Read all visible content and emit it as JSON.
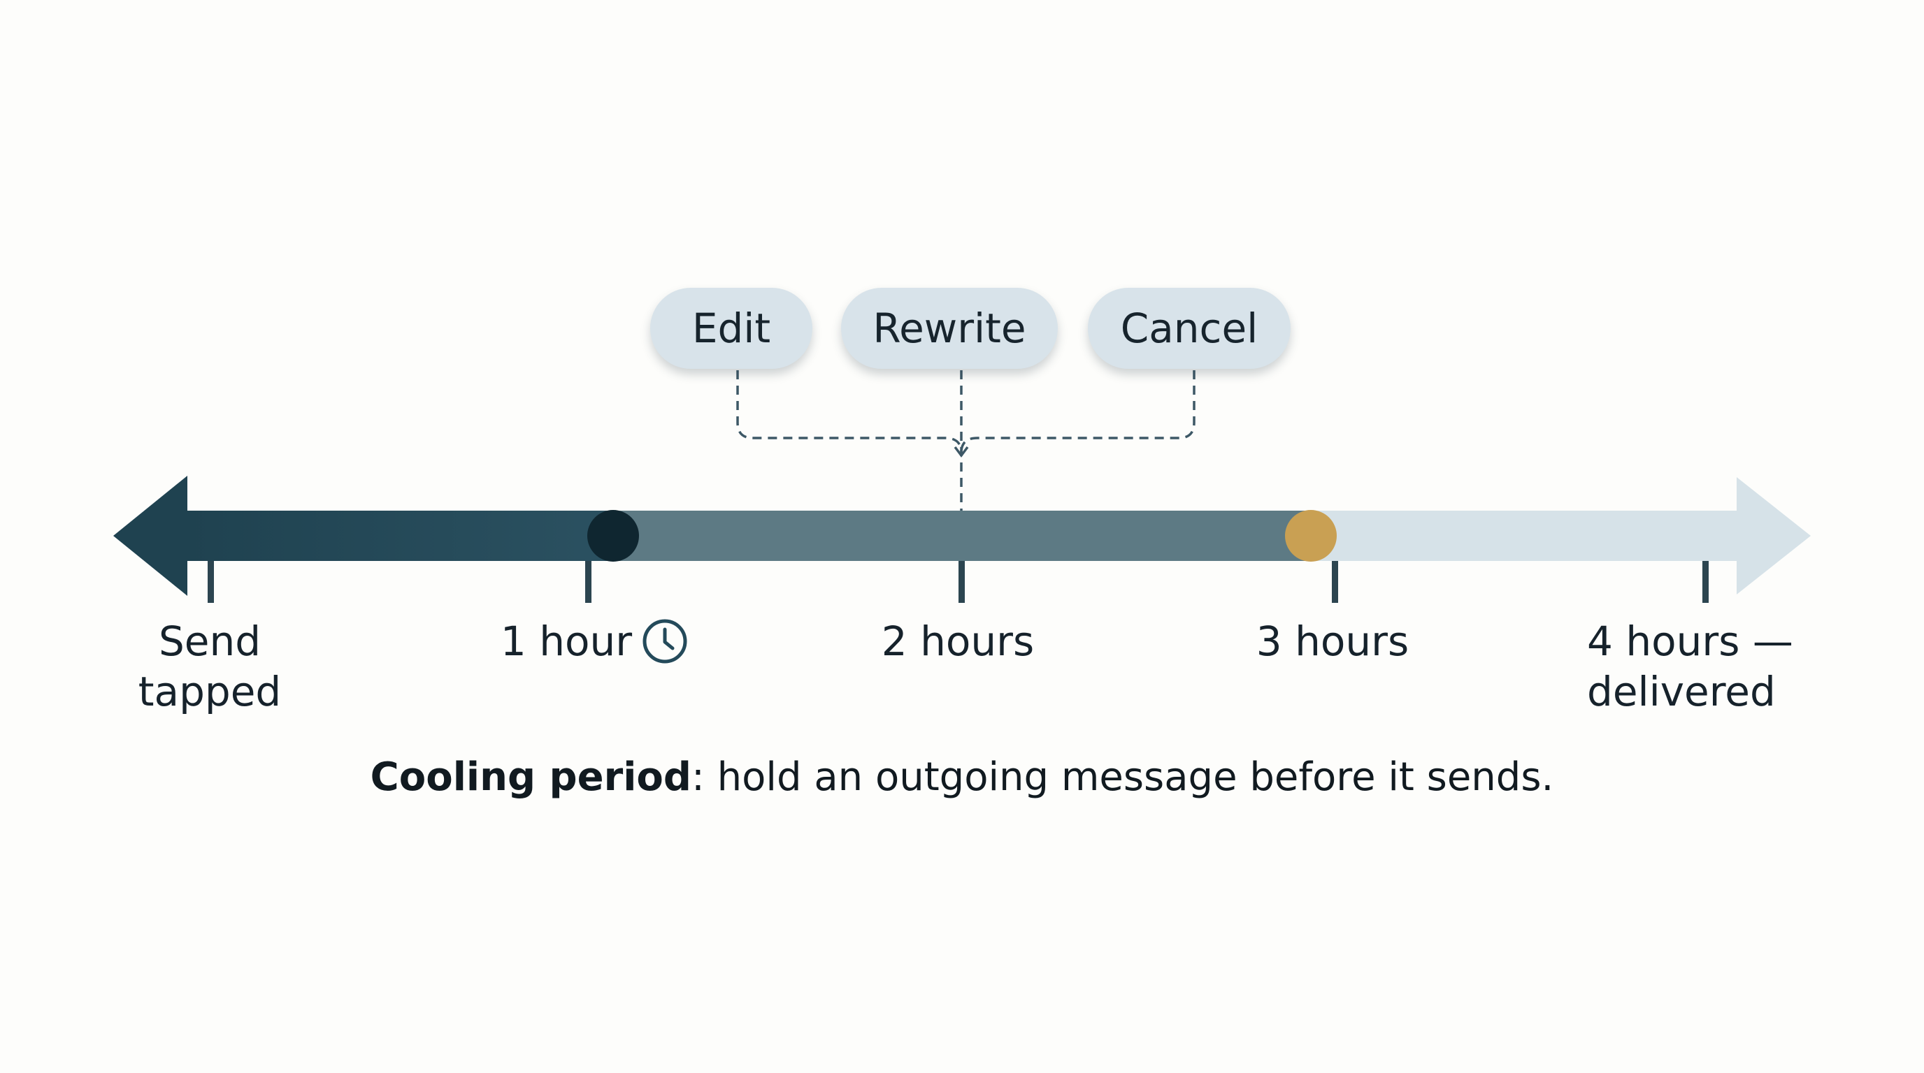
{
  "actions": [
    {
      "label": "Edit"
    },
    {
      "label": "Rewrite"
    },
    {
      "label": "Cancel"
    }
  ],
  "timeline": {
    "ticks": [
      {
        "line1": "Send",
        "line2": "tapped"
      },
      {
        "line1": "1 hour",
        "icon": "clock-icon"
      },
      {
        "line1": "2 hours"
      },
      {
        "line1": "3 hours"
      },
      {
        "line1": "4 hours —",
        "line2": "delivered"
      }
    ],
    "markers": [
      {
        "at_hours": 1,
        "color": "#0f2630"
      },
      {
        "at_hours": 3,
        "color": "#c9a053"
      }
    ],
    "segments": [
      {
        "from_hours": 0,
        "to_hours": 1,
        "color": "#244a5a"
      },
      {
        "from_hours": 1,
        "to_hours": 3,
        "color": "#5d7a84"
      },
      {
        "from_hours": 3,
        "to_hours": 4,
        "color": "#d6e2e8"
      }
    ]
  },
  "caption": {
    "bold": "Cooling period",
    "rest": ": hold an outgoing message before it sends."
  },
  "colors": {
    "pill_bg": "#d8e3ea",
    "connector": "#3d5866",
    "tick": "#2c4550"
  }
}
